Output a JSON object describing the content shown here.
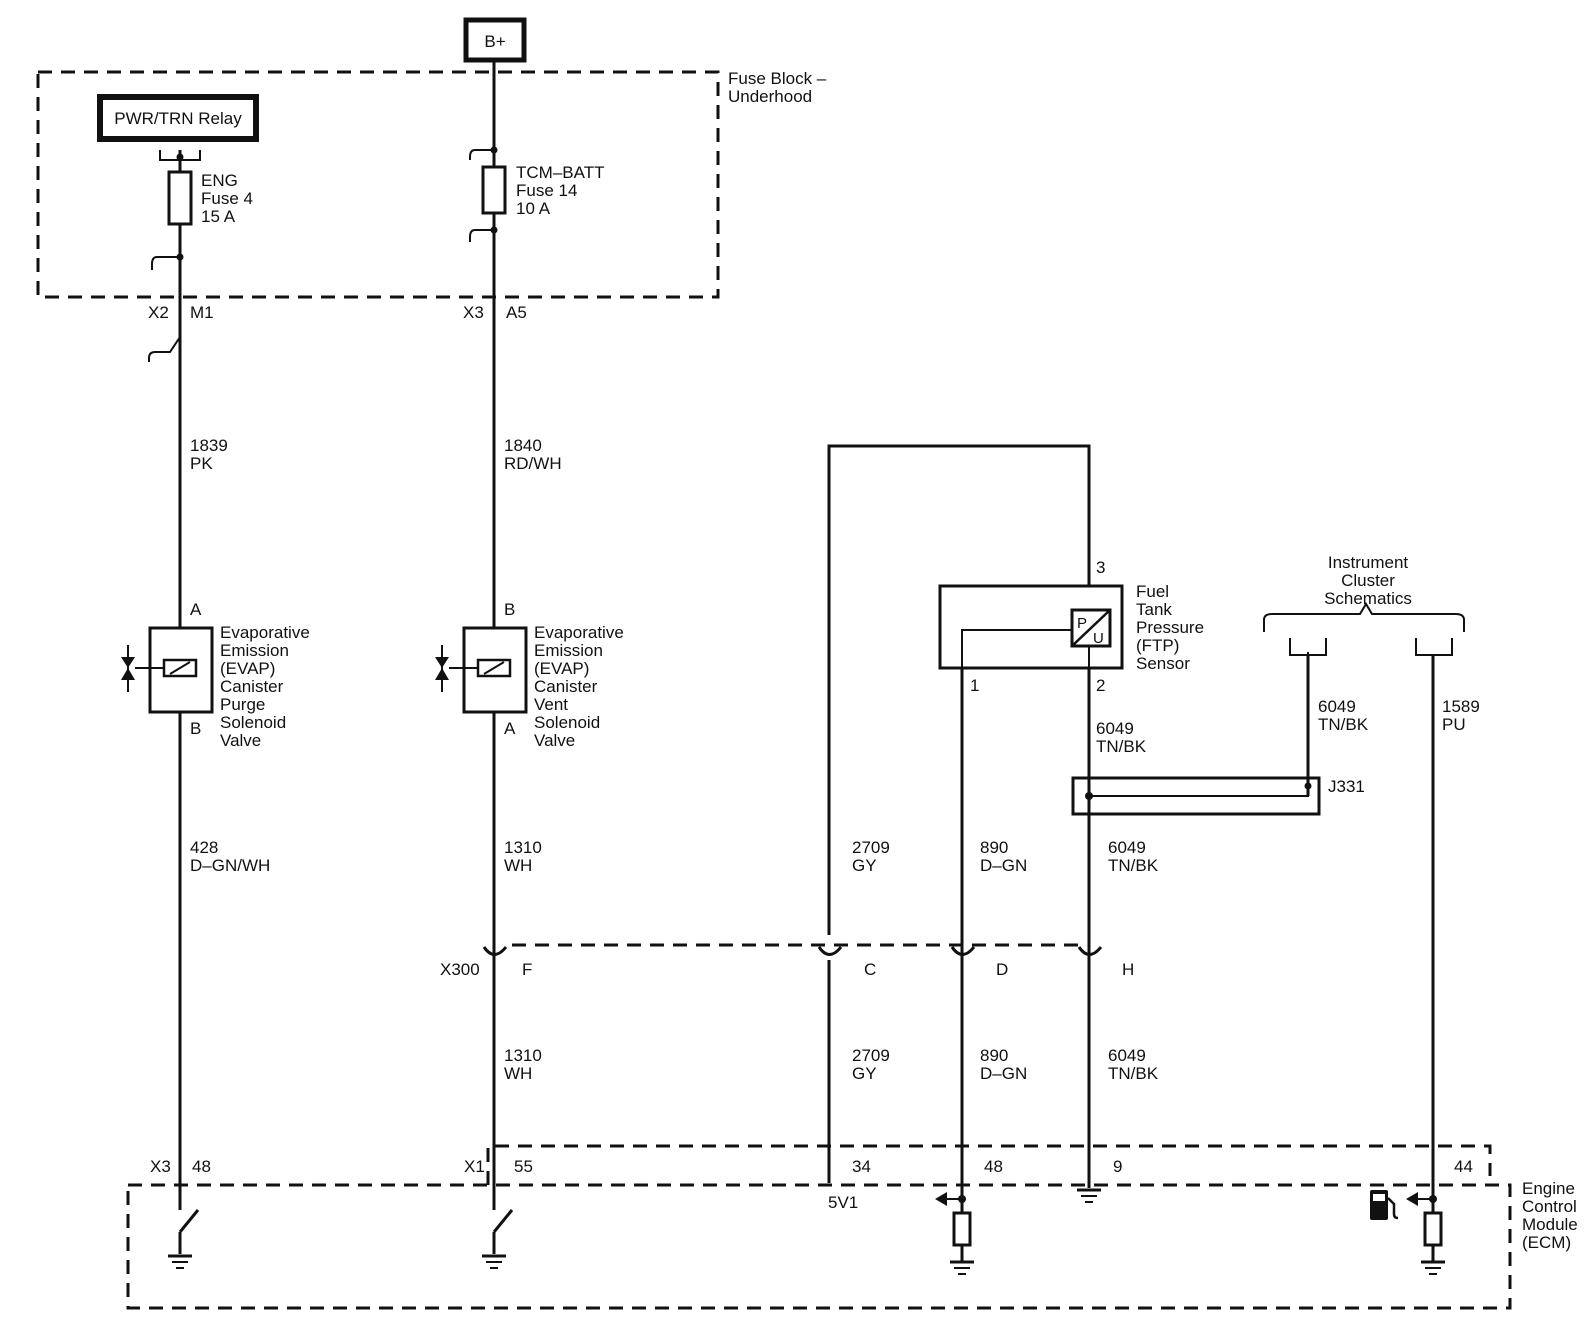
{
  "power": {
    "bplus": "B+"
  },
  "fuse_block": {
    "label_line1": "Fuse Block –",
    "label_line2": "Underhood",
    "relay": "PWR/TRN Relay",
    "fuse_eng": {
      "line1": "ENG",
      "line2": "Fuse 4",
      "line3": "15 A"
    },
    "fuse_tcm": {
      "line1": "TCM–BATT",
      "line2": "Fuse 14",
      "line3": "10 A"
    }
  },
  "connectors": {
    "x2": "X2",
    "m1": "M1",
    "x3_top": "X3",
    "a5": "A5",
    "x300": "X300",
    "f": "F",
    "c": "C",
    "d": "D",
    "h": "H",
    "x3_bottom": "X3",
    "p48_left": "48",
    "x1": "X1",
    "p55": "55",
    "p34": "34",
    "p48_mid": "48",
    "p9": "9",
    "p44": "44",
    "v5": "5V1",
    "j331": "J331"
  },
  "wires": {
    "w1839": {
      "num": "1839",
      "color": "PK"
    },
    "w1840": {
      "num": "1840",
      "color": "RD/WH"
    },
    "w428": {
      "num": "428",
      "color": "D–GN/WH"
    },
    "w1310a": {
      "num": "1310",
      "color": "WH"
    },
    "w1310b": {
      "num": "1310",
      "color": "WH"
    },
    "w2709a": {
      "num": "2709",
      "color": "GY"
    },
    "w2709b": {
      "num": "2709",
      "color": "GY"
    },
    "w890a": {
      "num": "890",
      "color": "D–GN"
    },
    "w890b": {
      "num": "890",
      "color": "D–GN"
    },
    "w6049a": {
      "num": "6049",
      "color": "TN/BK"
    },
    "w6049b": {
      "num": "6049",
      "color": "TN/BK"
    },
    "w6049c": {
      "num": "6049",
      "color": "TN/BK"
    },
    "w6049d": {
      "num": "6049",
      "color": "TN/BK"
    },
    "w1589": {
      "num": "1589",
      "color": "PU"
    }
  },
  "purge_valve": {
    "pin_top": "A",
    "pin_bottom": "B",
    "lines": [
      "Evaporative",
      "Emission",
      "(EVAP)",
      "Canister",
      "Purge",
      "Solenoid",
      "Valve"
    ]
  },
  "vent_valve": {
    "pin_top": "B",
    "pin_bottom": "A",
    "lines": [
      "Evaporative",
      "Emission",
      "(EVAP)",
      "Canister",
      "Vent",
      "Solenoid",
      "Valve"
    ]
  },
  "ftp_sensor": {
    "pin3": "3",
    "pin1": "1",
    "pin2": "2",
    "symbol_p": "P",
    "symbol_u": "U",
    "lines": [
      "Fuel",
      "Tank",
      "Pressure",
      "(FTP)",
      "Sensor"
    ]
  },
  "cluster": {
    "lines": [
      "Instrument",
      "Cluster",
      "Schematics"
    ]
  },
  "ecm": {
    "lines": [
      "Engine",
      "Control",
      "Module",
      "(ECM)"
    ]
  },
  "icons": [
    "fuel-pump-icon",
    "ground-icon",
    "splice-icon",
    "solenoid-icon",
    "pressure-sensor-icon",
    "arrow-icon"
  ]
}
